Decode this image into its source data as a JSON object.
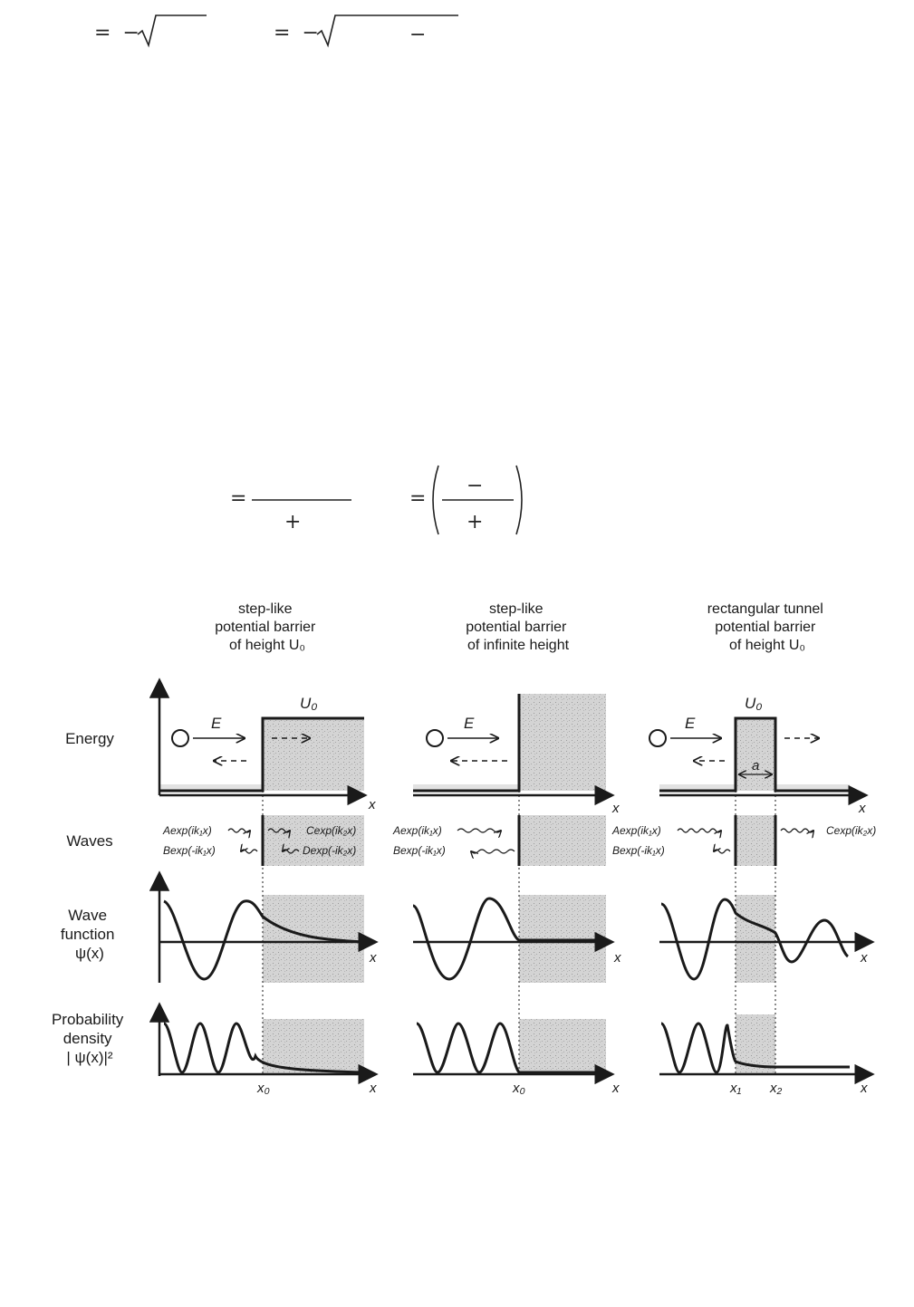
{
  "equations": {
    "top_left": [
      "=",
      "−"
    ],
    "top_right": [
      "=",
      "−",
      "−"
    ],
    "mid_left": [
      "=",
      "+"
    ],
    "mid_right": [
      "=",
      "−",
      "+"
    ]
  },
  "columns": [
    {
      "title": [
        "step-like",
        "potential barrier",
        "of height U₀"
      ]
    },
    {
      "title": [
        "step-like",
        "potential barrier",
        "of infinite height"
      ]
    },
    {
      "title": [
        "rectangular tunnel",
        "potential barrier",
        "of height U₀"
      ]
    }
  ],
  "rows": {
    "energy": [
      "Energy"
    ],
    "waves": [
      "Waves"
    ],
    "wavefunction": [
      "Wave",
      "function",
      "ψ(x)"
    ],
    "probability": [
      "Probability",
      "density",
      "| ψ(x)|²"
    ]
  },
  "symbols": {
    "energy": "E",
    "barrier": "U₀",
    "width": "a",
    "axis": "x",
    "x0": "x₀",
    "x1": "x₁",
    "x2": "x₂"
  },
  "wave_labels": {
    "incident": "Aexp(ik₁x)",
    "reflected": "Bexp(-ik₁x)",
    "transmitted": "Cexp(ik₂x)",
    "decaying": "Dexp(-ik₂x)"
  }
}
